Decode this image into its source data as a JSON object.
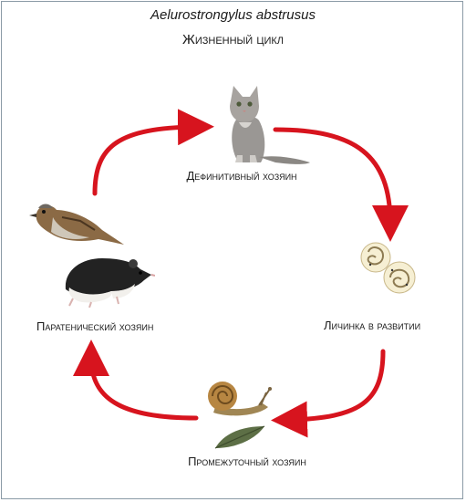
{
  "title": "Aelurostrongylus abstrusus",
  "subtitle": "Жизненный цикл",
  "stages": {
    "definitive_host": "Дефинитивный хозяин",
    "larva": "Личинка в развитии",
    "intermediate_host": "Промежуточный хозяин",
    "paratenic_host": "Паратенический хозяин"
  },
  "colors": {
    "arrow": "#d7141e",
    "frame": "#8a9aa6"
  },
  "icons": [
    "cat-image",
    "larva-image",
    "snail-image",
    "leaf-image",
    "sparrow-image",
    "rat-image"
  ]
}
